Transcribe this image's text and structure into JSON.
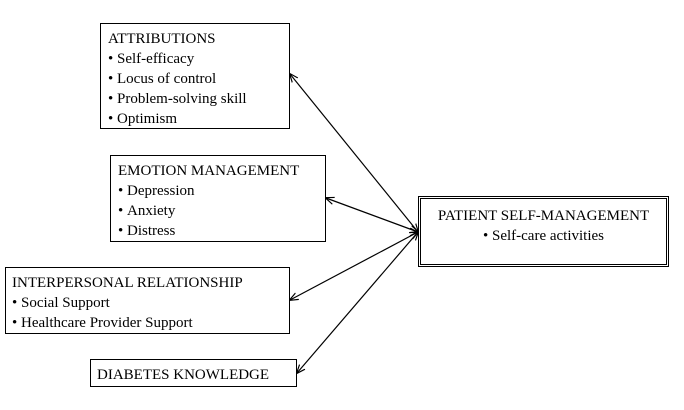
{
  "attributions": {
    "title": "ATTRIBUTIONS",
    "items": [
      "Self-efficacy",
      "Locus of control",
      "Problem-solving skill",
      "Optimism"
    ]
  },
  "emotion_management": {
    "title": "EMOTION MANAGEMENT",
    "items": [
      "Depression",
      "Anxiety",
      "Distress"
    ]
  },
  "interpersonal_relationship": {
    "title": "INTERPERSONAL RELATIONSHIP",
    "items": [
      "Social Support",
      "Healthcare Provider Support"
    ]
  },
  "diabetes_knowledge": {
    "title": "DIABETES KNOWLEDGE"
  },
  "patient_self_management": {
    "title": "PATIENT SELF-MANAGEMENT",
    "items": [
      "Self-care activities"
    ]
  }
}
